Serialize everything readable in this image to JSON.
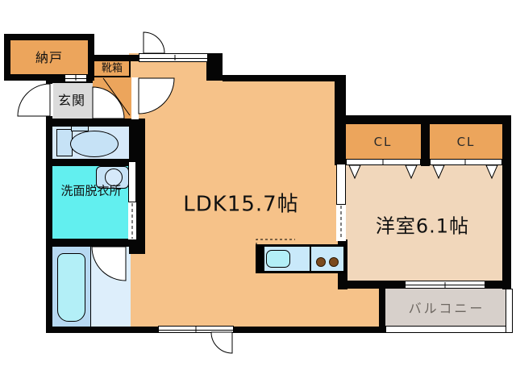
{
  "floorplan": {
    "type": "japanese-apartment-floor-plan",
    "rooms": {
      "storage": {
        "label": "納戸"
      },
      "shoe_cabinet": {
        "label": "靴箱"
      },
      "entrance": {
        "label": "玄関"
      },
      "washroom": {
        "label": "洗面脱衣所"
      },
      "ldk": {
        "label": "LDK15.7帖"
      },
      "closet_left": {
        "label": "CL"
      },
      "closet_right": {
        "label": "CL"
      },
      "western_room": {
        "label": "洋室6.1帖"
      },
      "balcony": {
        "label": "バルコニー"
      }
    },
    "colors": {
      "ldk_floor": "#F6C289",
      "storage_closet_orange": "#ECA55C",
      "western_room_floor": "#F1D7BB",
      "entrance_gray": "#DBDBDB",
      "washroom_cyan": "#62EFEF",
      "bathroom_blue": "#DDEEFB",
      "tub_surround_blue": "#B7D9F2",
      "fixture_cyan": "#B3EFF7",
      "fixture_blue": "#C6E2F6",
      "toilet_room_blue": "#D6E9FA",
      "counter_blue": "#C9E9FA",
      "burner_brown": "#7B4A1E",
      "balcony_gray": "#D7D0CB",
      "balcony_text_gray": "#6E6862",
      "wall_black": "#050505"
    }
  }
}
